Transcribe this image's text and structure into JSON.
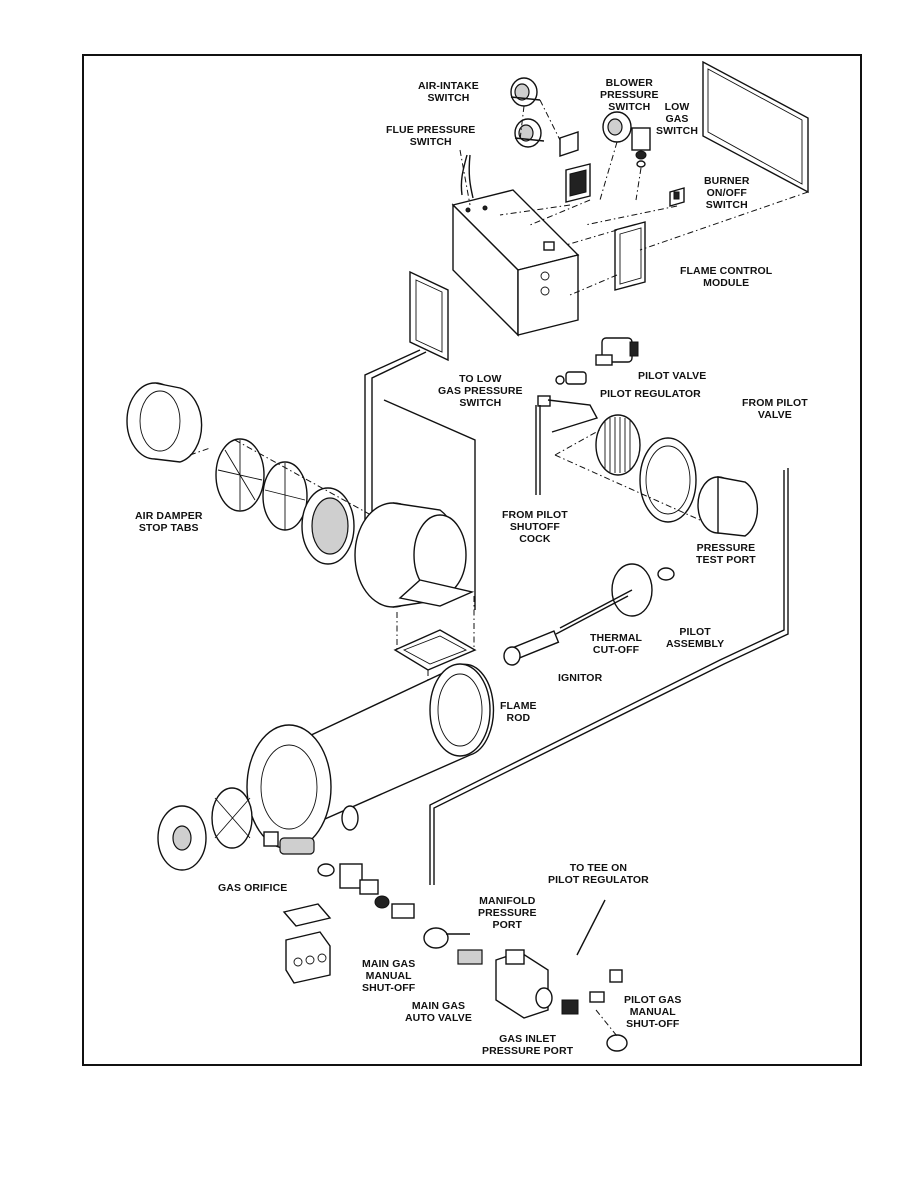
{
  "labels": {
    "air_intake_switch": "AIR-INTAKE\nSWITCH",
    "flue_pressure_switch": "FLUE PRESSURE\nSWITCH",
    "blower_pressure_switch": "BLOWER\nPRESSURE\nSWITCH",
    "low_gas_switch": "LOW\nGAS\nSWITCH",
    "burner_on_off_switch": "BURNER\nON/OFF\nSWITCH",
    "flame_control_module": "FLAME CONTROL\nMODULE",
    "pilot_valve": "PILOT VALVE",
    "to_low_gas_pressure_switch": "TO LOW\nGAS PRESSURE\nSWITCH",
    "pilot_regulator": "PILOT REGULATOR",
    "from_pilot_valve": "FROM PILOT\nVALVE",
    "air_damper_stop_tabs": "AIR DAMPER\nSTOP TABS",
    "from_pilot_shutoff_cock": "FROM PILOT\nSHUTOFF\nCOCK",
    "pressure_test_port": "PRESSURE\nTEST PORT",
    "thermal_cut_off": "THERMAL\nCUT-OFF",
    "pilot_assembly": "PILOT\nASSEMBLY",
    "ignitor": "IGNITOR",
    "flame_rod": "FLAME\nROD",
    "gas_orifice": "GAS ORIFICE",
    "to_tee_on_pilot_regulator": "TO TEE ON\nPILOT REGULATOR",
    "manifold_pressure_port": "MANIFOLD\nPRESSURE\nPORT",
    "main_gas_manual_shut_off": "MAIN GAS\nMANUAL\nSHUT-OFF",
    "main_gas_auto_valve": "MAIN GAS\nAUTO VALVE",
    "pilot_gas_manual_shut_off": "PILOT GAS\nMANUAL\nSHUT-OFF",
    "gas_inlet_pressure_port": "GAS INLET\nPRESSURE PORT"
  }
}
